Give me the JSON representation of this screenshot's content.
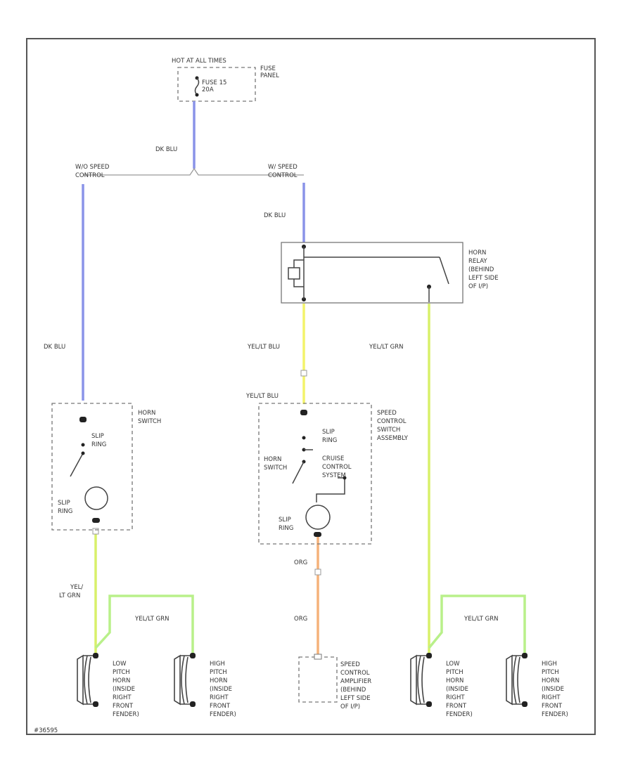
{
  "colors": {
    "dk_blu": "#8a93e8",
    "yel_lt_blu": "#f3f36a",
    "yel_lt_grn": "#d8f06a",
    "lt_grn": "#b9f08a",
    "org": "#f5b27a",
    "frame": "#555555"
  },
  "power": {
    "header": "HOT AT ALL TIMES",
    "fuse": [
      "FUSE 15",
      "20A"
    ],
    "panel": [
      "FUSE",
      "PANEL"
    ]
  },
  "branches": {
    "without_speed_control": [
      "W/O SPEED",
      "CONTROL"
    ],
    "with_speed_control": [
      "W/ SPEED",
      "CONTROL"
    ]
  },
  "wires": {
    "dk_blu_top": "DK BLU",
    "dk_blu_relay": "DK BLU",
    "dk_blu_left": "DK BLU",
    "yel_lt_blu_mid": "YEL/LT BLU",
    "yel_lt_blu_switch": "YEL/LT BLU",
    "yel_lt_grn_right": "YEL/LT GRN",
    "yel_lt_grn_left_lower": [
      "YEL/",
      "LT GRN"
    ],
    "yel_lt_grn_left_jumper": "YEL/LT GRN",
    "org_upper": "ORG",
    "org_lower": "ORG",
    "yel_lt_grn_right_jumper": "YEL/LT GRN"
  },
  "horn_relay": [
    "HORN",
    "RELAY",
    "(BEHIND",
    "LEFT SIDE",
    "OF I/P)"
  ],
  "horn_switch_left": {
    "title": [
      "HORN",
      "SWITCH"
    ],
    "slip_ring_upper": [
      "SLIP",
      "RING"
    ],
    "slip_ring_lower": [
      "SLIP",
      "RING"
    ]
  },
  "speed_control_switch": {
    "title": [
      "SPEED",
      "CONTROL",
      "SWITCH",
      "ASSEMBLY"
    ],
    "slip_ring_upper": [
      "SLIP",
      "RING"
    ],
    "horn_switch": [
      "HORN",
      "SWITCH"
    ],
    "cruise": [
      "CRUISE",
      "CONTROL",
      "SYSTEM"
    ],
    "slip_ring_lower": [
      "SLIP",
      "RING"
    ]
  },
  "horns": [
    {
      "label": [
        "LOW",
        "PITCH",
        "HORN",
        "(INSIDE",
        "RIGHT",
        "FRONT",
        "FENDER)"
      ]
    },
    {
      "label": [
        "HIGH",
        "PITCH",
        "HORN",
        "(INSIDE",
        "RIGHT",
        "FRONT",
        "FENDER)"
      ]
    },
    {
      "label": [
        "LOW",
        "PITCH",
        "HORN",
        "(INSIDE",
        "RIGHT",
        "FRONT",
        "FENDER)"
      ]
    },
    {
      "label": [
        "HIGH",
        "PITCH",
        "HORN",
        "(INSIDE",
        "RIGHT",
        "FRONT",
        "FENDER)"
      ]
    }
  ],
  "amplifier": [
    "SPEED",
    "CONTROL",
    "AMPLIFIER",
    "(BEHIND",
    "LEFT SIDE",
    "OF I/P)"
  ],
  "figure_id": "#36595"
}
